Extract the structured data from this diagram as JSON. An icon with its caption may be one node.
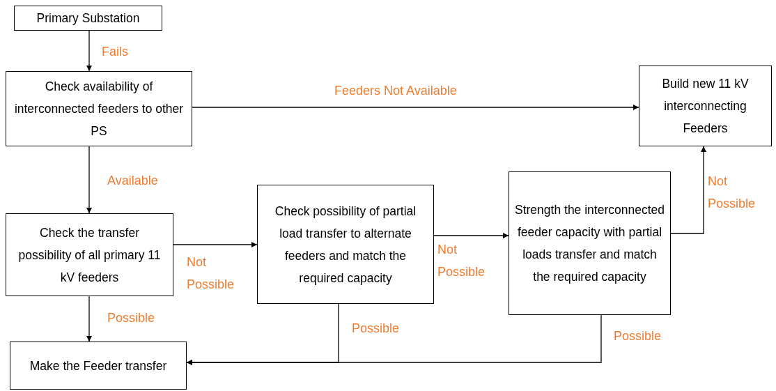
{
  "diagram": {
    "nodes": [
      {
        "text": [
          "Primary Substation"
        ]
      },
      {
        "text": [
          "Check availability of interconnected  feeders to other PS"
        ]
      },
      {
        "text": [
          "Build new 11 kV interconnecting Feeders"
        ]
      },
      {
        "text": [
          "Check the transfer possibility of all primary 11 kV feeders"
        ]
      },
      {
        "text": [
          "Check possibility of partial load transfer to alternate feeders and match the required capacity"
        ]
      },
      {
        "text": [
          "Strength the interconnected feeder capacity with partial loads transfer and match the required capacity"
        ]
      },
      {
        "text": [
          "Make the Feeder transfer"
        ]
      }
    ],
    "edges": [
      {
        "from": 0,
        "to": 1,
        "arrow": "to",
        "label": "Fails"
      },
      {
        "from": 1,
        "to": 2,
        "arrow": "to",
        "label": "Feeders Not Available"
      },
      {
        "from": 1,
        "to": 3,
        "arrow": "to",
        "label": "Available"
      },
      {
        "from": 3,
        "to": 4,
        "arrow": "to",
        "label": "Not Possible"
      },
      {
        "from": 4,
        "to": 5,
        "arrow": "to",
        "label": "Not Possible"
      },
      {
        "from": 5,
        "to": 2,
        "arrow": "to",
        "label": "Not Possible"
      },
      {
        "from": 3,
        "to": 6,
        "arrow": "to",
        "label": "Possible"
      },
      {
        "from": 4,
        "to": 6,
        "arrow": "to",
        "label": "Possible"
      },
      {
        "from": 5,
        "to": 6,
        "arrow": "to",
        "label": "Possible"
      }
    ]
  }
}
